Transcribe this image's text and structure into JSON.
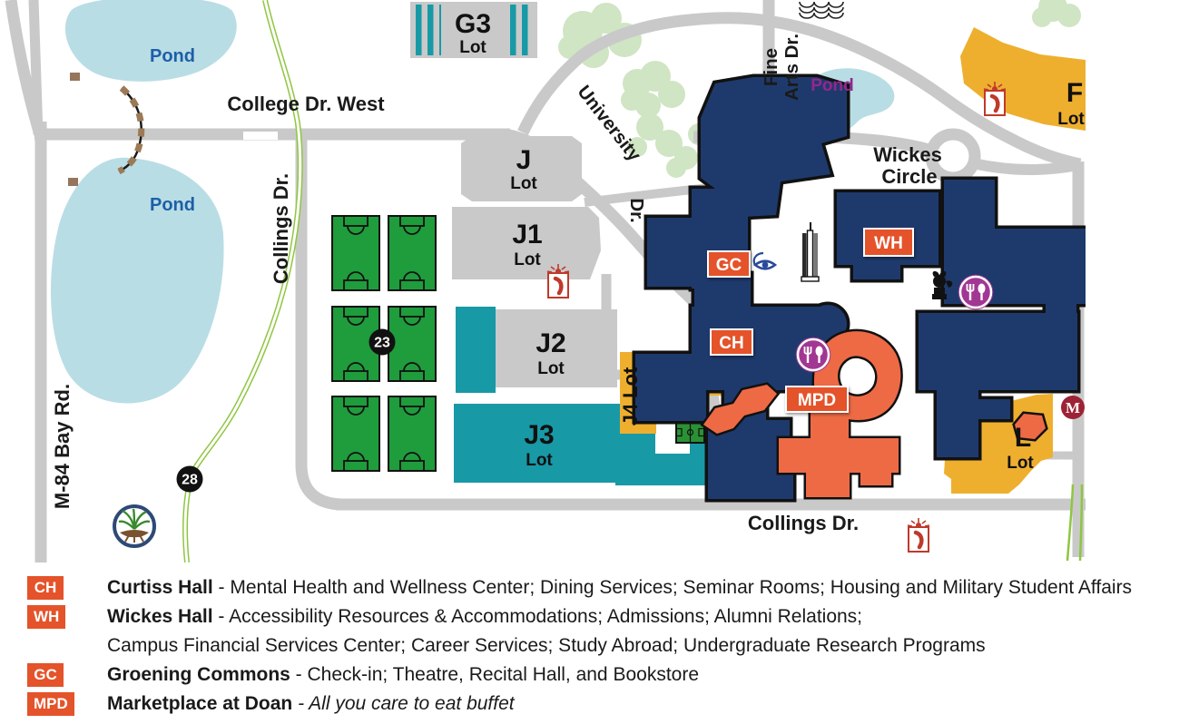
{
  "colors": {
    "navy_building": "#1e3a6d",
    "orange_building": "#ed6a45",
    "badge_orange": "#e4532a",
    "lot_gold": "#eeaf2f",
    "lot_teal": "#1899a6",
    "road_gray": "#c9c9c9",
    "pond_blue": "#b9dde4",
    "tree_green": "#cfe5c3",
    "trail_green": "#8fc640",
    "field_green": "#1f9c3c",
    "marker_black": "#111111",
    "m_stop_red": "#9d2235",
    "phone_red": "#c0392b",
    "dining_purple": "#a13793",
    "pond_label_blue": "#1c5fa8",
    "pond_label_purple": "#93278f"
  },
  "map": {
    "road_labels": {
      "college_dr_west": "College Dr. West",
      "collings_dr": "Collings Dr.",
      "university": "University",
      "dr": "Dr.",
      "m84": "M-84 Bay Rd.",
      "fine_arts_line1": "Fine",
      "fine_arts_line2": "Arts Dr.",
      "wickes_line1": "Wickes",
      "wickes_line2": "Circle",
      "collings_dr_south": "Collings Dr."
    },
    "ponds": {
      "p1": "Pond",
      "p2": "Pond",
      "p3": "Pond"
    },
    "lots": {
      "g3": {
        "id": "G3",
        "sub": "Lot"
      },
      "j": {
        "id": "J",
        "sub": "Lot"
      },
      "j1": {
        "id": "J1",
        "sub": "Lot"
      },
      "j2": {
        "id": "J2",
        "sub": "Lot"
      },
      "j3": {
        "id": "J3",
        "sub": "Lot"
      },
      "j4": {
        "id": "J4 Lot"
      },
      "f": {
        "id": "F",
        "sub": "Lot"
      },
      "l": {
        "id": "L",
        "sub": "Lot"
      }
    },
    "markers": {
      "route23": "23",
      "route28": "28",
      "m_stop": "M"
    },
    "building_badges": {
      "gc": "GC",
      "wh": "WH",
      "ch": "CH",
      "mpd": "MPD"
    },
    "icons": [
      "emergency-phone-icon",
      "dining-icon",
      "statue-icon",
      "sculpture-icon",
      "vision-eye-icon",
      "waves-icon",
      "garden-icon",
      "basketball-court-icon",
      "soccer-field-icon"
    ]
  },
  "legend": {
    "entries": [
      {
        "code": "CH",
        "name": "Curtiss Hall",
        "sep": " - ",
        "desc": "Mental Health and Wellness Center; Dining Services; Seminar Rooms; Housing and Military Student Affairs"
      },
      {
        "code": "WH",
        "name": "Wickes Hall",
        "sep": " - ",
        "desc": "Accessibility Resources & Accommodations; Admissions; Alumni Relations;",
        "cont": "Campus Financial Services Center; Career Services; Study Abroad; Undergraduate Research Programs"
      },
      {
        "code": "GC",
        "name": "Groening Commons",
        "sep": " - ",
        "desc": "Check-in; Theatre, Recital Hall, and Bookstore"
      },
      {
        "code": "MPD",
        "name": "Marketplace at Doan",
        "sep": " - ",
        "desc": "All you care to eat buffet"
      }
    ]
  }
}
